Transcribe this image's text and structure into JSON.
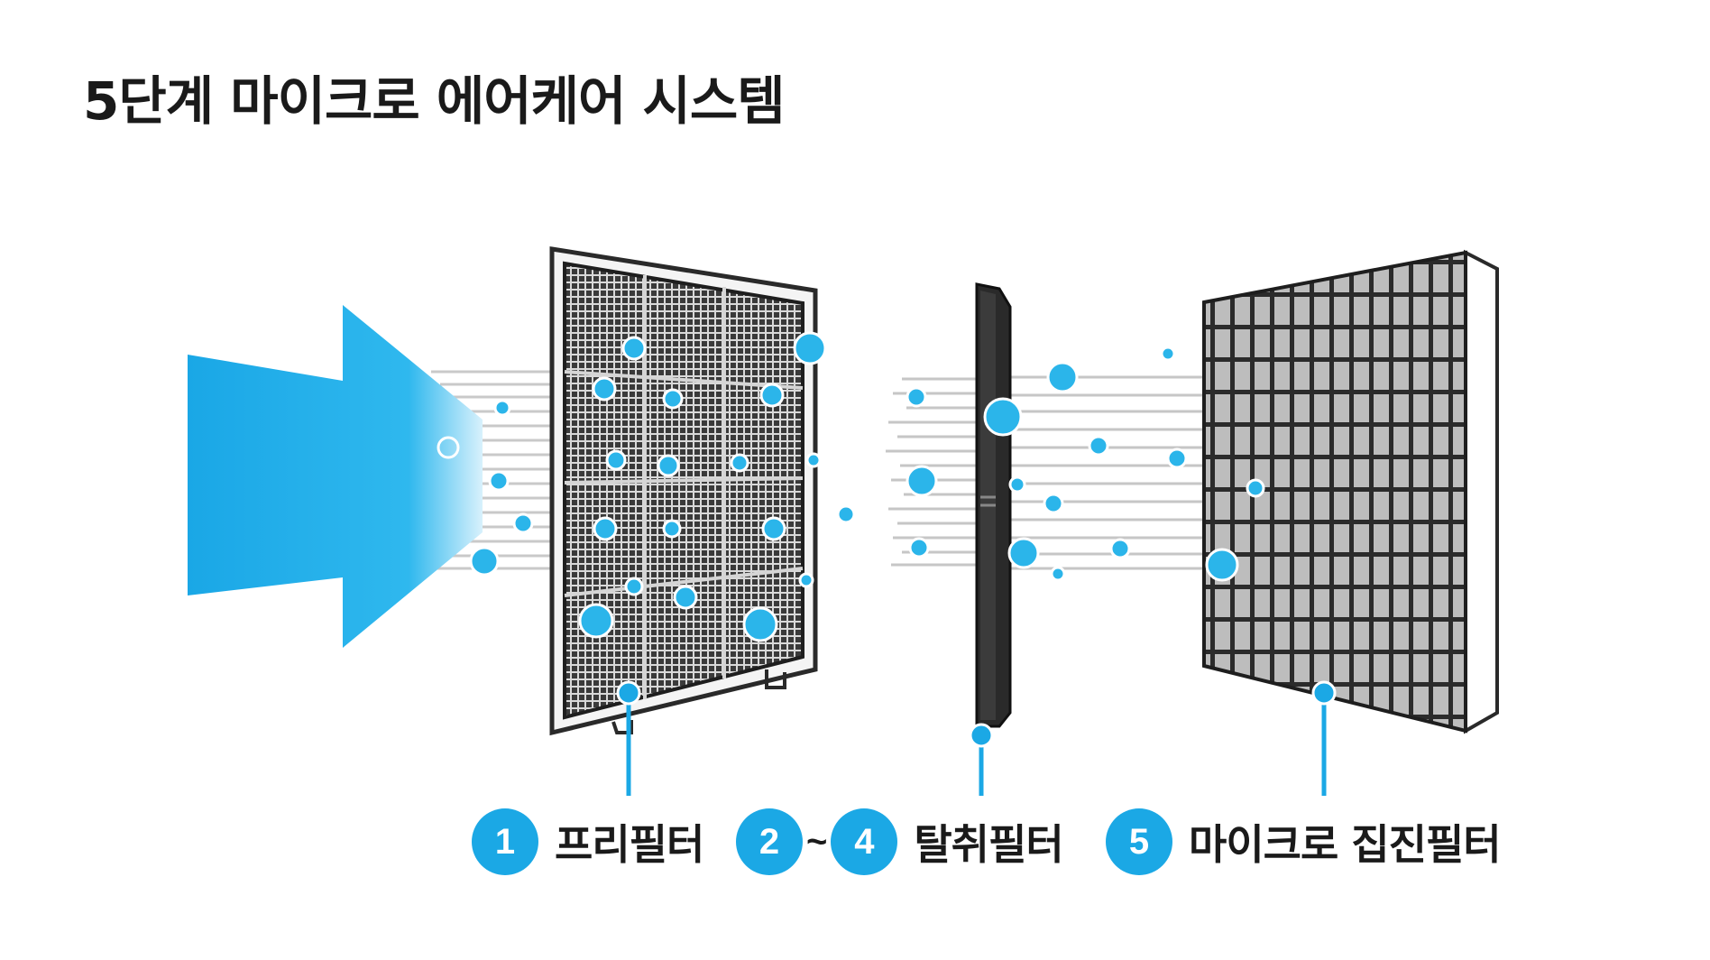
{
  "title": "5단계 마이크로 에어케어 시스템",
  "colors": {
    "accent": "#1ba8e5",
    "text": "#1a1a1a",
    "filter_dark": "#2a2a2a"
  },
  "labels": [
    {
      "badge": "1",
      "text": "프리필터"
    },
    {
      "badge_start": "2",
      "separator": "~",
      "badge_end": "4",
      "text": "탈취필터"
    },
    {
      "badge": "5",
      "text": "마이크로 집진필터"
    }
  ]
}
